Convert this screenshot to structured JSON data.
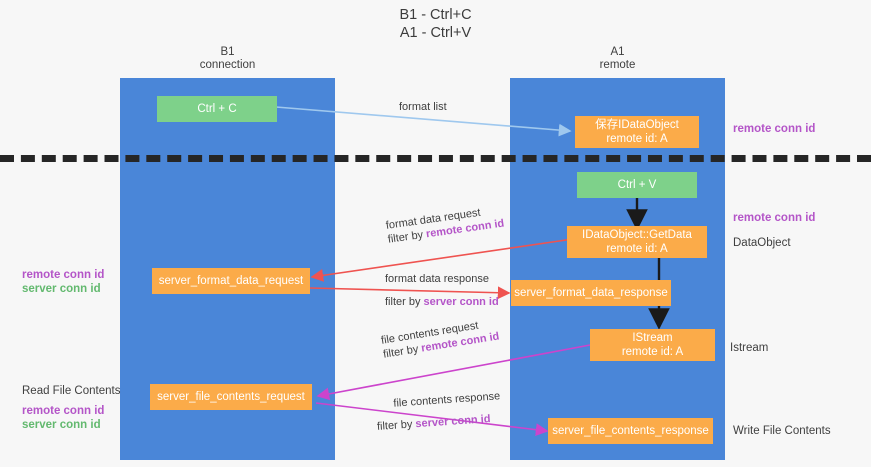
{
  "title": {
    "line1": "B1 - Ctrl+C",
    "line2": "A1 - Ctrl+V"
  },
  "lanes": [
    {
      "id": "b1",
      "name": "B1",
      "sub": "connection"
    },
    {
      "id": "a1",
      "name": "A1",
      "sub": "remote"
    }
  ],
  "nodes": {
    "ctrl_c": {
      "line1": "Ctrl + C",
      "line2": ""
    },
    "idataobject": {
      "line1": "保存IDataObject",
      "line2": "remote id: A"
    },
    "ctrl_v": {
      "line1": "Ctrl + V",
      "line2": ""
    },
    "getdata": {
      "line1": "IDataObject::GetData",
      "line2": "remote id: A"
    },
    "fmt_req": {
      "line1": "server_format_data_request",
      "line2": ""
    },
    "fmt_resp": {
      "line1": "server_format_data_response",
      "line2": ""
    },
    "istream": {
      "line1": "IStream",
      "line2": "remote id: A"
    },
    "file_req": {
      "line1": "server_file_contents_request",
      "line2": ""
    },
    "file_resp": {
      "line1": "server_file_contents_response",
      "line2": ""
    }
  },
  "edge_labels": {
    "format_list": {
      "text": "format list"
    },
    "fmt_req_l1": {
      "text": "format data request"
    },
    "fmt_req_l2_plain": {
      "text": "filter by "
    },
    "fmt_req_l2_hl": {
      "text": "remote conn id"
    },
    "fmt_resp_l1": {
      "text": "format data response"
    },
    "fmt_resp_l2_plain": {
      "text": "filter by "
    },
    "fmt_resp_l2_hl": {
      "text": "server conn id"
    },
    "file_req_l1": {
      "text": "file contents request"
    },
    "file_req_l2_plain": {
      "text": "filter by "
    },
    "file_req_l2_hl": {
      "text": "remote conn id"
    },
    "file_resp_l1": {
      "text": "file contents response"
    },
    "file_resp_l2_plain": {
      "text": "filter by "
    },
    "file_resp_l2_hl": {
      "text": "server conn id"
    }
  },
  "annotations": {
    "right_remote_conn_top": {
      "text": "remote conn id"
    },
    "right_remote_conn_middle": {
      "text": "remote conn id"
    },
    "right_dataobject": {
      "text": "DataObject"
    },
    "right_istream": {
      "text": "Istream"
    },
    "right_write_file": {
      "text": "Write File Contents"
    },
    "left_remote_conn_mid": {
      "text": "remote conn id"
    },
    "left_server_conn_mid": {
      "text": "server conn id"
    },
    "left_read_file": {
      "text": "Read File Contents"
    },
    "left_remote_conn_bottom": {
      "text": "remote conn id"
    },
    "left_server_conn_bottom": {
      "text": "server conn id"
    }
  },
  "colors": {
    "lane": "#4a86d8",
    "green_node": "#7ed18a",
    "orange_node": "#fbab49",
    "purple": "#b455c8",
    "green_text": "#63b96f",
    "arrow_blue": "#9fc8ee",
    "arrow_red": "#ef5350",
    "arrow_magenta": "#cc44cc",
    "arrow_black": "#1a1a1a",
    "background": "#f7f7f7"
  }
}
